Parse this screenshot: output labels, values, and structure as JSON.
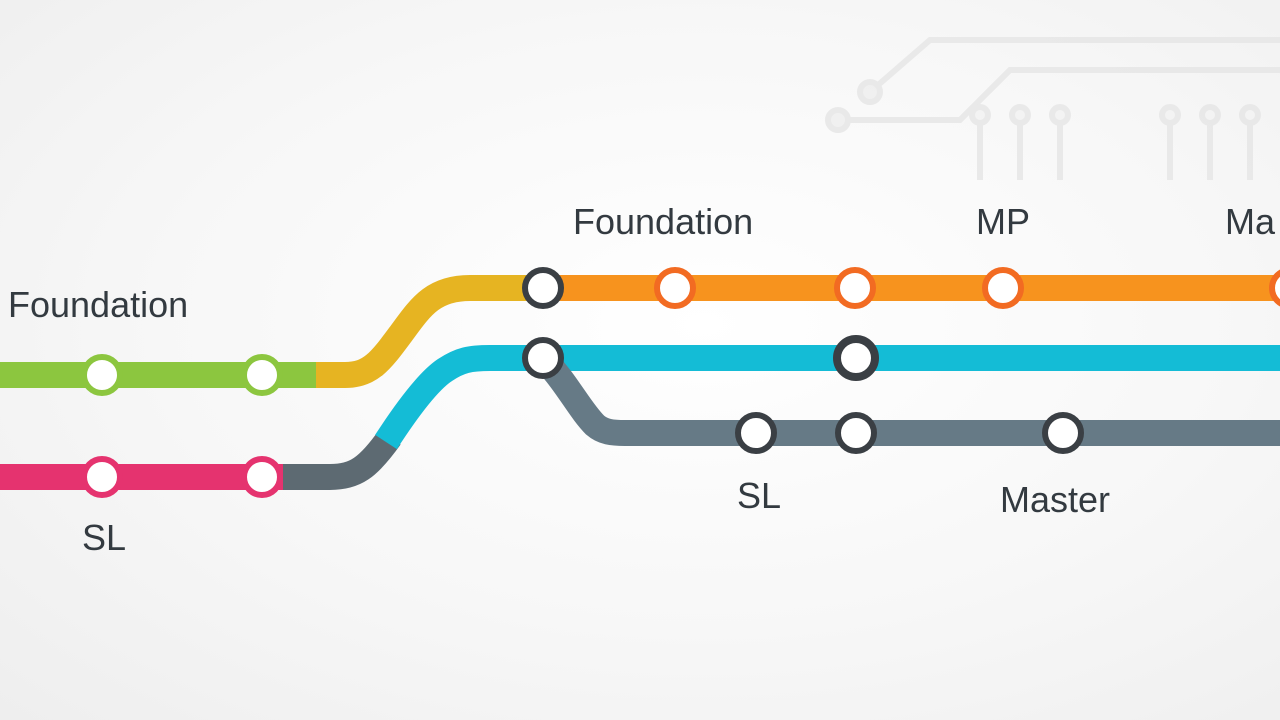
{
  "colors": {
    "green": "#8cc63f",
    "yellow": "#e6b422",
    "orange": "#f7931e",
    "orange_station": "#f26b22",
    "pink": "#e5336f",
    "slate_dark": "#5d6a72",
    "cyan": "#14bcd6",
    "slate": "#667a86",
    "station_dark": "#3a3f44",
    "station_fill": "#ffffff"
  },
  "labels": {
    "foundation_left": "Foundation",
    "foundation_top": "Foundation",
    "mp": "MP",
    "master_right_cut": "Ma",
    "sl_left": "SL",
    "sl_mid": "SL",
    "master": "Master"
  }
}
